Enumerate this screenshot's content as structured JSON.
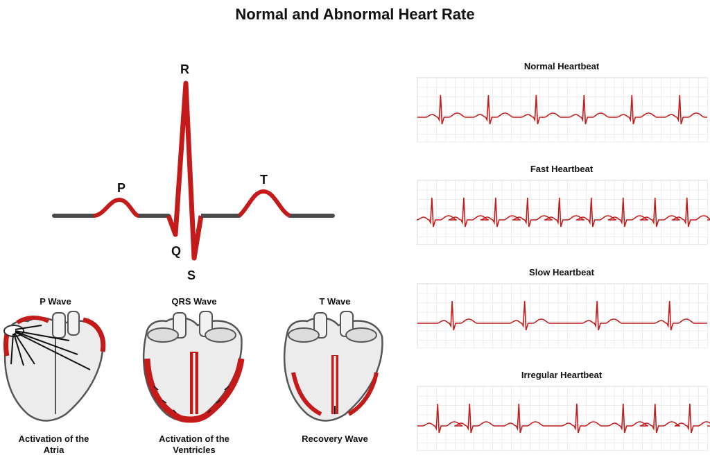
{
  "title": "Normal and Abnormal Heart Rate",
  "ecg": {
    "p": "P",
    "q": "Q",
    "r": "R",
    "s": "S",
    "t": "T"
  },
  "hearts": [
    {
      "title": "P Wave",
      "caption_l1": "Activation of the",
      "caption_l2": "Atria"
    },
    {
      "title": "QRS Wave",
      "caption_l1": "Activation of the",
      "caption_l2": "Ventricles"
    },
    {
      "title": "T Wave",
      "caption_l1": "Recovery Wave",
      "caption_l2": ""
    }
  ],
  "strips": [
    {
      "title": "Normal Heartbeat",
      "beats": [
        0.08,
        0.245,
        0.41,
        0.575,
        0.74,
        0.905
      ]
    },
    {
      "title": "Fast Heartbeat",
      "beats": [
        0.05,
        0.16,
        0.27,
        0.38,
        0.49,
        0.6,
        0.71,
        0.82,
        0.93
      ]
    },
    {
      "title": "Slow Heartbeat",
      "beats": [
        0.12,
        0.37,
        0.62,
        0.87
      ]
    },
    {
      "title": "Irregular Heartbeat",
      "beats": [
        0.07,
        0.18,
        0.35,
        0.55,
        0.71,
        0.82,
        0.94
      ]
    }
  ],
  "colors": {
    "wave": "#c41a1a",
    "baseline": "#4a4a4a",
    "grid": "#ececec",
    "heart_fill": "#e6e6e6",
    "heart_stroke": "#555555"
  }
}
